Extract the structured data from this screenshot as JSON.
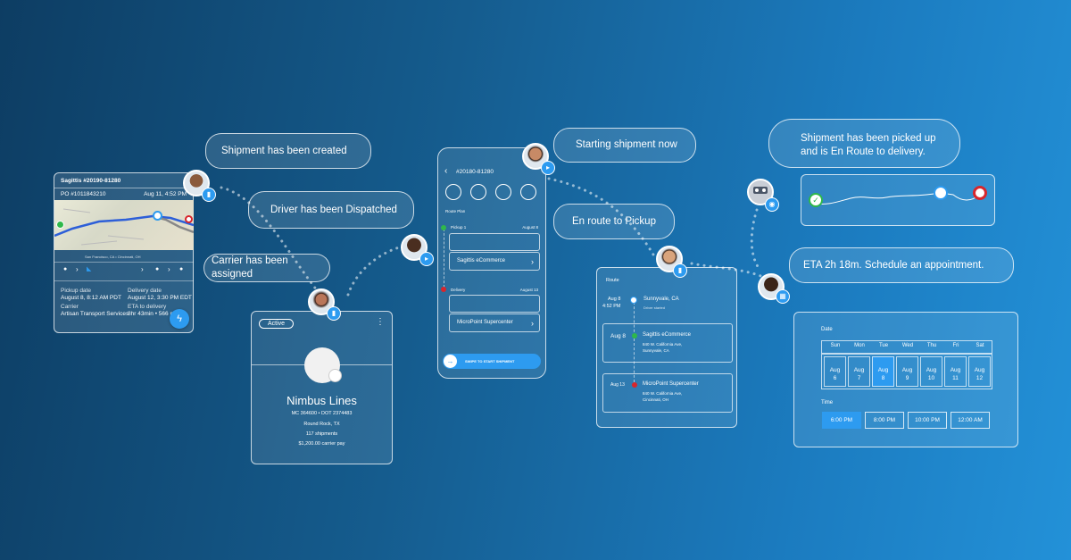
{
  "bubbles": {
    "created": "Shipment has been created",
    "dispatched": "Driver has been Dispatched",
    "assigned": "Carrier has been assigned",
    "starting": "Starting shipment now",
    "en_route_pickup": "En route to Pickup",
    "picked_up_line1": "Shipment has been picked up",
    "picked_up_line2": "and is En Route to delivery.",
    "eta": "ETA 2h 18m. Schedule an appointment."
  },
  "shipment_card": {
    "title": "Sagittis #20190-81280",
    "po": "PO #1011843210",
    "date": "Aug 11, 4:52 PM",
    "map_caption": "San Francisco, CA • Cincinnati, OH",
    "pickup_label": "Pickup date",
    "pickup_value": "August 8, 8:12 AM PDT",
    "delivery_label": "Delivery date",
    "delivery_value": "August 12, 3:30 PM EDT",
    "carrier_label": "Carrier",
    "carrier_value": "Artisan Transport Services",
    "eta_label": "ETA to delivery",
    "eta_value": "8hr 43min • 566 mi"
  },
  "carrier_card": {
    "status": "Active",
    "name": "Nimbus Lines",
    "ids": "MC 364600 • DOT 2374483",
    "location": "Round Rock, TX",
    "shipments": "117 shipments",
    "pay": "$1,200.00 carrier pay"
  },
  "phone": {
    "title": "#20180-81280",
    "route_plan": "Route Plan",
    "pickup_label": "Pickup 1",
    "pickup_date": "August 8",
    "pickup_name": "Sagittis eCommerce",
    "delivery_label": "Delivery",
    "delivery_date": "August 13",
    "delivery_name": "MicroPoint Supercenter",
    "swipe": "SWIPE TO START SHIPMENT"
  },
  "route_card": {
    "title": "Route",
    "stop1_date": "Aug 8",
    "stop1_time": "4:52 PM",
    "stop1_city": "Sunnyvale, CA",
    "stop1_note": "Driver started",
    "stop2_date": "Aug 8",
    "stop2_name": "Sagittis eCommerce",
    "stop2_addr1": "840 W. California Ave,",
    "stop2_addr2": "Sunnyvale, CA",
    "stop3_date": "Aug 13",
    "stop3_name": "MicroPoint Supercenter",
    "stop3_addr1": "840 W. California Ave,",
    "stop3_addr2": "Cincinnati, OH"
  },
  "schedule": {
    "date_label": "Date",
    "weekdays": [
      "Sun",
      "Mon",
      "Tue",
      "Wed",
      "Thu",
      "Fri",
      "Sat"
    ],
    "days": [
      "Aug 6",
      "Aug 7",
      "Aug 8",
      "Aug 9",
      "Aug 10",
      "Aug 11",
      "Aug 12"
    ],
    "time_label": "Time",
    "times": [
      "6:00 PM",
      "8:00 PM",
      "10:00 PM",
      "12:00 AM"
    ]
  },
  "colors": {
    "accent": "#2d9bf0",
    "green": "#2fb84a",
    "red": "#d8262c"
  }
}
